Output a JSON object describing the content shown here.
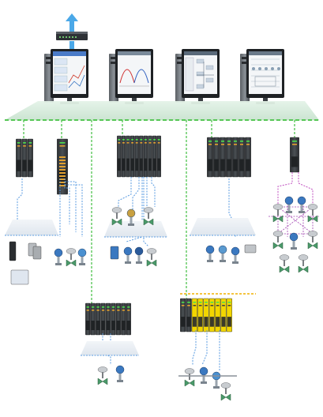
{
  "diagram": {
    "icons": {
      "network_switch": "network-switch-icon",
      "up_down_arrow": "bidirectional-arrow-icon",
      "workstation": "workstation-icon",
      "controller": "controller-rack-icon",
      "field_device": "field-instrument-icon",
      "valve": "control-valve-icon"
    },
    "colors": {
      "network_line": "#3fbf3f",
      "control_bus": "#5a9be0",
      "plane": "#cfe8d6",
      "rack": "#3b3f42",
      "safety_module": "#f2d600",
      "arrow": "#4aa8e8"
    },
    "workstations": [
      {
        "screen": "trend-graphs"
      },
      {
        "screen": "curve-display"
      },
      {
        "screen": "process-schematic"
      },
      {
        "screen": "plant-overview"
      }
    ],
    "controllers": [
      {
        "modules": 3,
        "style": "compact"
      },
      {
        "modules": 1,
        "style": "io-terminal"
      },
      {
        "modules": 10,
        "style": "rack"
      },
      {
        "modules": 7,
        "style": "rack"
      },
      {
        "modules": 1,
        "style": "redundant-bus"
      },
      {
        "modules": 9,
        "style": "rack"
      },
      {
        "modules": 9,
        "style": "safety"
      }
    ]
  }
}
